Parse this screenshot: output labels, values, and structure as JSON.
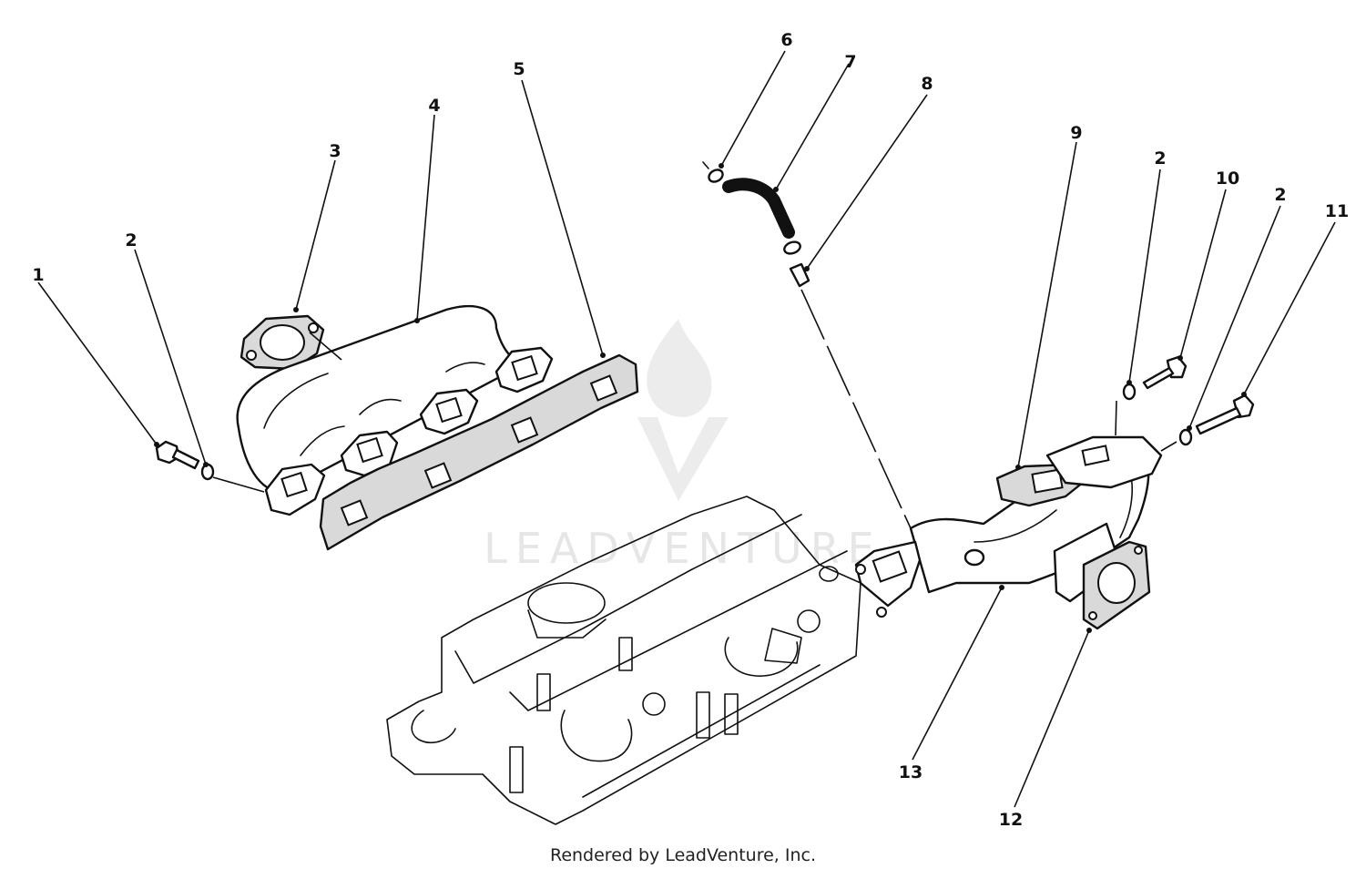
{
  "footer": "Rendered by LeadVenture, Inc.",
  "watermark": "LEADVENTURE",
  "callouts": [
    {
      "id": "c1",
      "label": "1"
    },
    {
      "id": "c2a",
      "label": "2"
    },
    {
      "id": "c3",
      "label": "3"
    },
    {
      "id": "c4",
      "label": "4"
    },
    {
      "id": "c5",
      "label": "5"
    },
    {
      "id": "c6",
      "label": "6"
    },
    {
      "id": "c7",
      "label": "7"
    },
    {
      "id": "c8",
      "label": "8"
    },
    {
      "id": "c9",
      "label": "9"
    },
    {
      "id": "c2b",
      "label": "2"
    },
    {
      "id": "c10",
      "label": "10"
    },
    {
      "id": "c2c",
      "label": "2"
    },
    {
      "id": "c11",
      "label": "11"
    },
    {
      "id": "c13",
      "label": "13"
    },
    {
      "id": "c12",
      "label": "12"
    }
  ]
}
